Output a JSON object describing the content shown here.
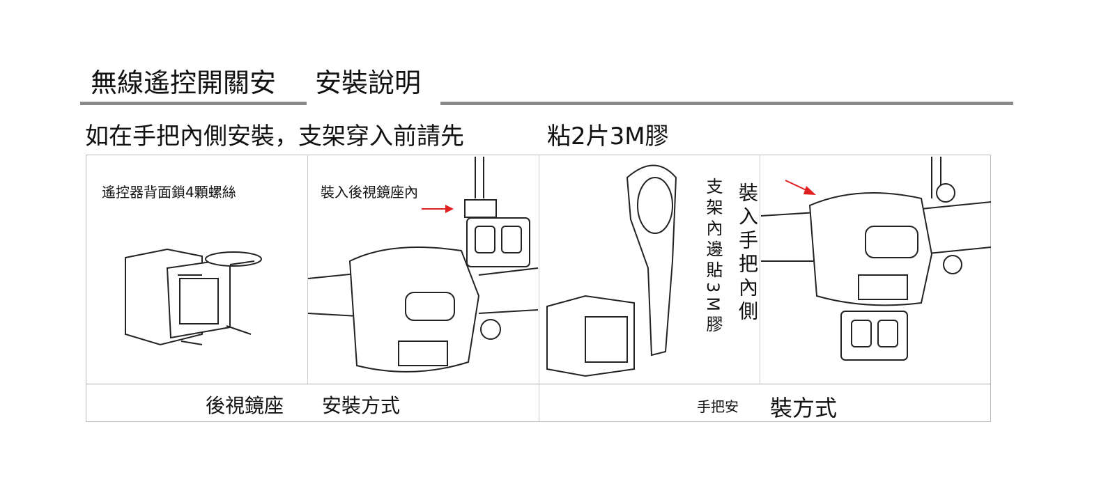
{
  "header": {
    "title_part1": "無線遙控開關安",
    "title_part2": "安裝說明"
  },
  "subtitle": {
    "part1": "如在手把內側安裝，支架穿入前請先",
    "part2": "粘2片3M膠"
  },
  "panels": {
    "mirror": {
      "step1": "遙控器背面鎖4顆螺絲",
      "step2": "裝入後視鏡座內",
      "caption_part1": "後視鏡座",
      "caption_part2": "安裝方式"
    },
    "handlebar": {
      "note1": "支架內邊貼3M膠",
      "note2": "裝入手把內側",
      "caption_part1": "手把安",
      "caption_part2": "裝方式"
    }
  },
  "colors": {
    "arrow": "#e02020",
    "rule": "#8a8a8a"
  }
}
